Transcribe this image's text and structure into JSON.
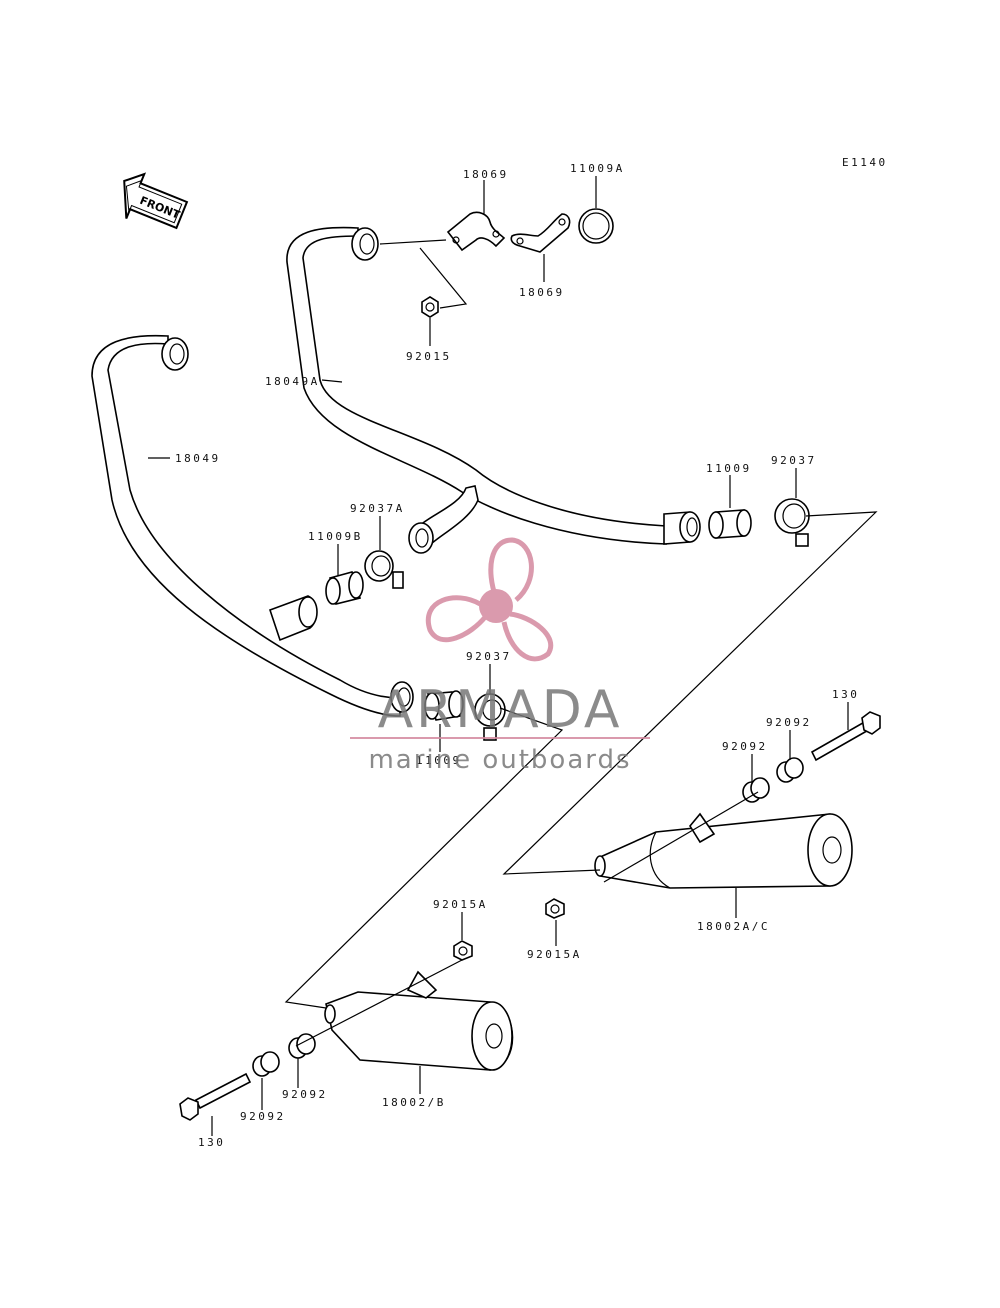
{
  "diagram_code": "E1140",
  "front_label": "FRONT",
  "labels": {
    "p18069_top": "18069",
    "p18069_bottom": "18069",
    "p11009A": "11009A",
    "p92015": "92015",
    "p18049A": "18049A",
    "p18049": "18049",
    "p11009_right": "11009",
    "p92037_right": "92037",
    "p92037A": "92037A",
    "p11009B": "11009B",
    "p92037_mid": "92037",
    "p11009_mid": "11009",
    "p130_right": "130",
    "p92092_r1": "92092",
    "p92092_r2": "92092",
    "p18002AC": "18002A/C",
    "p92015A_right": "92015A",
    "p92015A_left": "92015A",
    "p18002B": "18002/B",
    "p92092_l1": "92092",
    "p92092_l2": "92092",
    "p130_left": "130"
  },
  "watermark": {
    "brand": "ARMADA",
    "tagline": "marine outboards",
    "color": "#d4899f"
  }
}
